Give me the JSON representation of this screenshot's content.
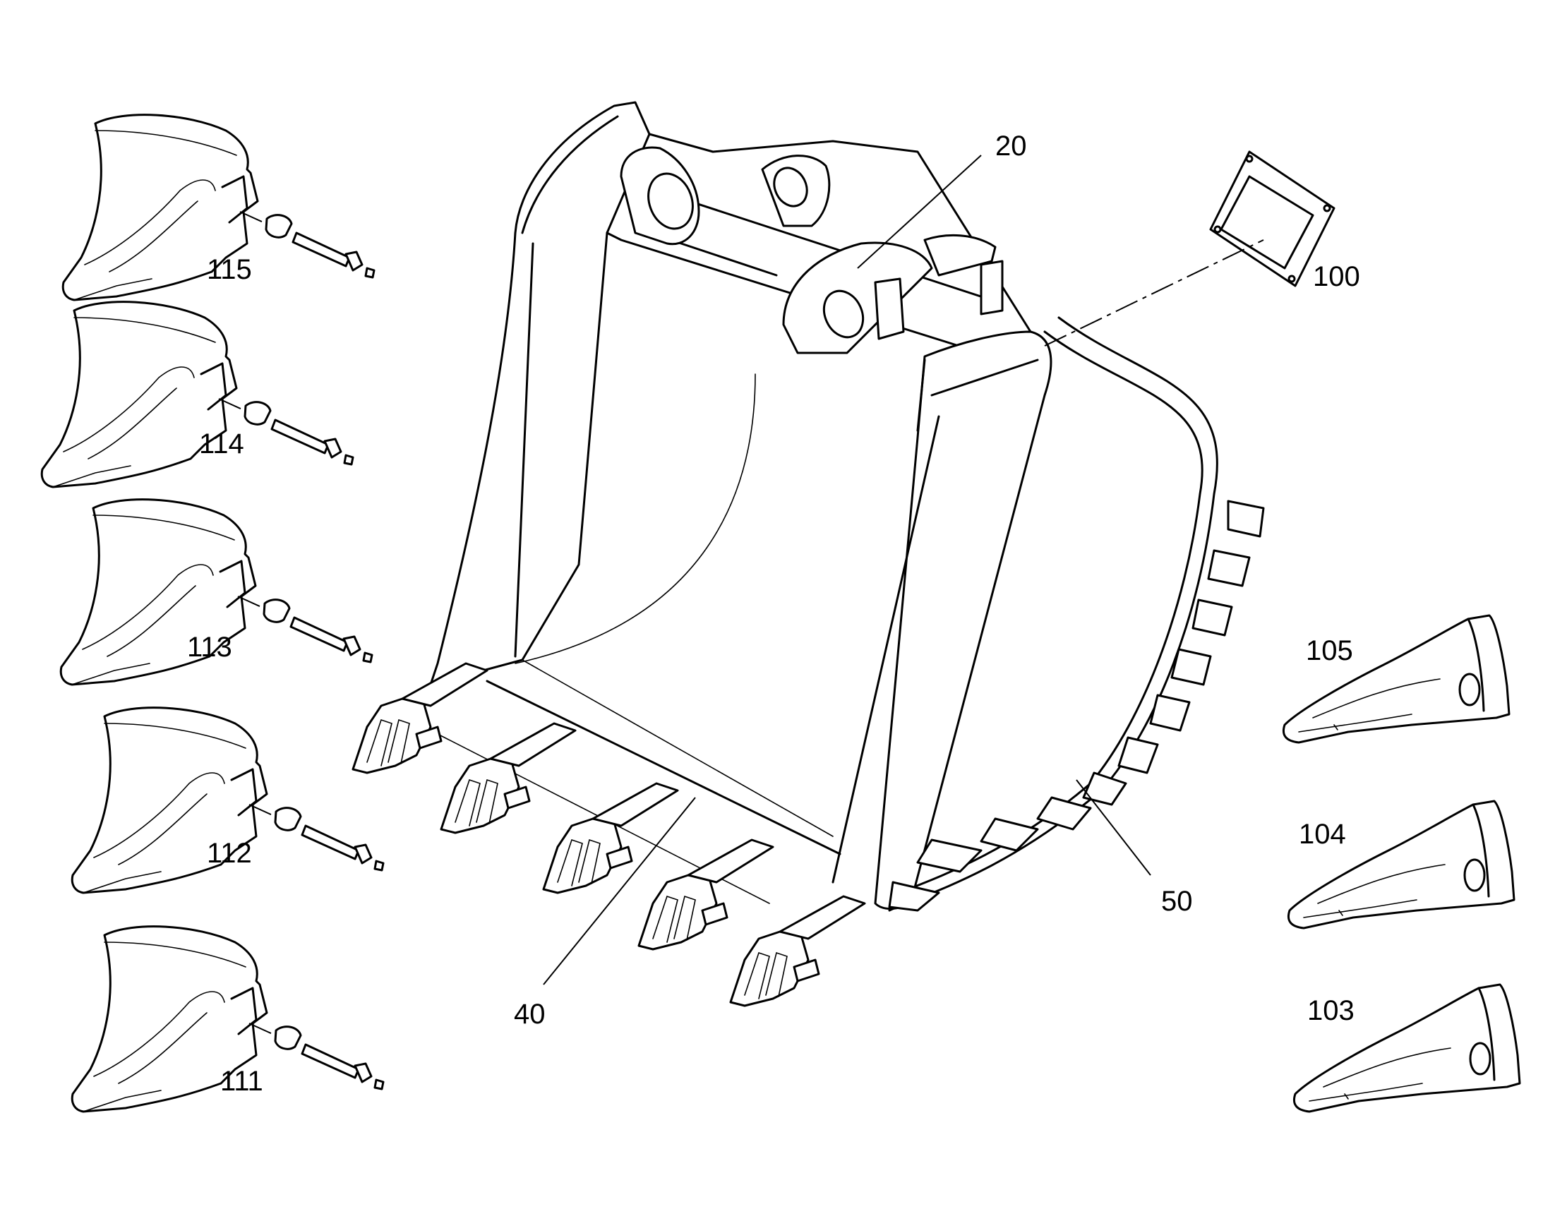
{
  "callouts": {
    "c20": "20",
    "c40": "40",
    "c50": "50",
    "c100": "100",
    "c103": "103",
    "c104": "104",
    "c105": "105",
    "c111": "111",
    "c112": "112",
    "c113": "113",
    "c114": "114",
    "c115": "115"
  },
  "colors": {
    "line": "#000000",
    "background": "#ffffff"
  }
}
